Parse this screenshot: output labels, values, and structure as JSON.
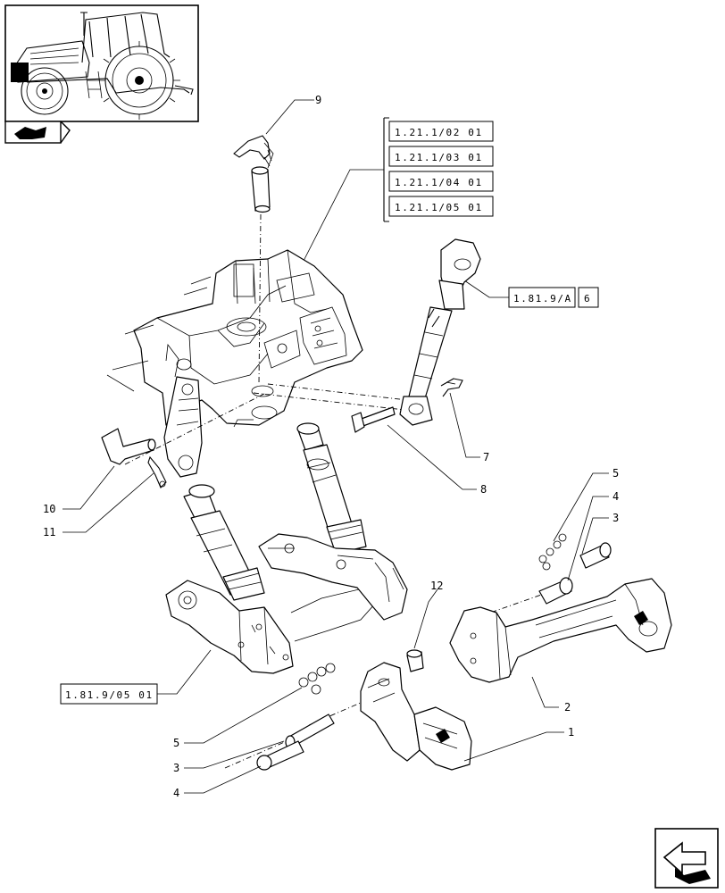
{
  "references": {
    "group_top": [
      "1.21.1/02 01",
      "1.21.1/03 01",
      "1.21.1/04 01",
      "1.21.1/05 01"
    ],
    "top_link": "1.81.9/A",
    "top_link_qty": "6",
    "lift_frame": "1.81.9/05 01"
  },
  "callouts": {
    "c1": "1",
    "c2": "2",
    "c3a": "3",
    "c3b": "3",
    "c4a": "4",
    "c4b": "4",
    "c5a": "5",
    "c5b": "5",
    "c7": "7",
    "c8": "8",
    "c9": "9",
    "c10": "10",
    "c11": "11",
    "c12": "12"
  },
  "icons": {
    "thumbnail": "tractor-thumbnail-icon",
    "view_marker": "view-direction-icon",
    "navigate": "next-page-arrow-icon"
  }
}
